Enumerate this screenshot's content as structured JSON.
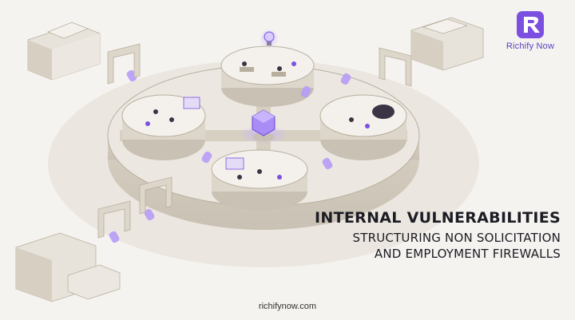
{
  "brand": {
    "name": "Richify Now",
    "accent": "#7b4fe0",
    "accent_dark": "#5a3fc0"
  },
  "headline": {
    "title": "INTERNAL VULNERABILITIES",
    "subtitle_line1": "STRUCTURING NON SOLICITATION",
    "subtitle_line2": "AND EMPLOYMENT FIREWALLS"
  },
  "footer": {
    "website": "richifynow.com"
  },
  "colors": {
    "background": "#f5f3ef",
    "structure": "#e2ddd3",
    "structure_dark": "#c9c1b3",
    "glow": "#a98cf5",
    "ink": "#1c1c24"
  },
  "icons": [
    "lightbulb-icon",
    "network-cube-icon",
    "logo-r-icon"
  ]
}
